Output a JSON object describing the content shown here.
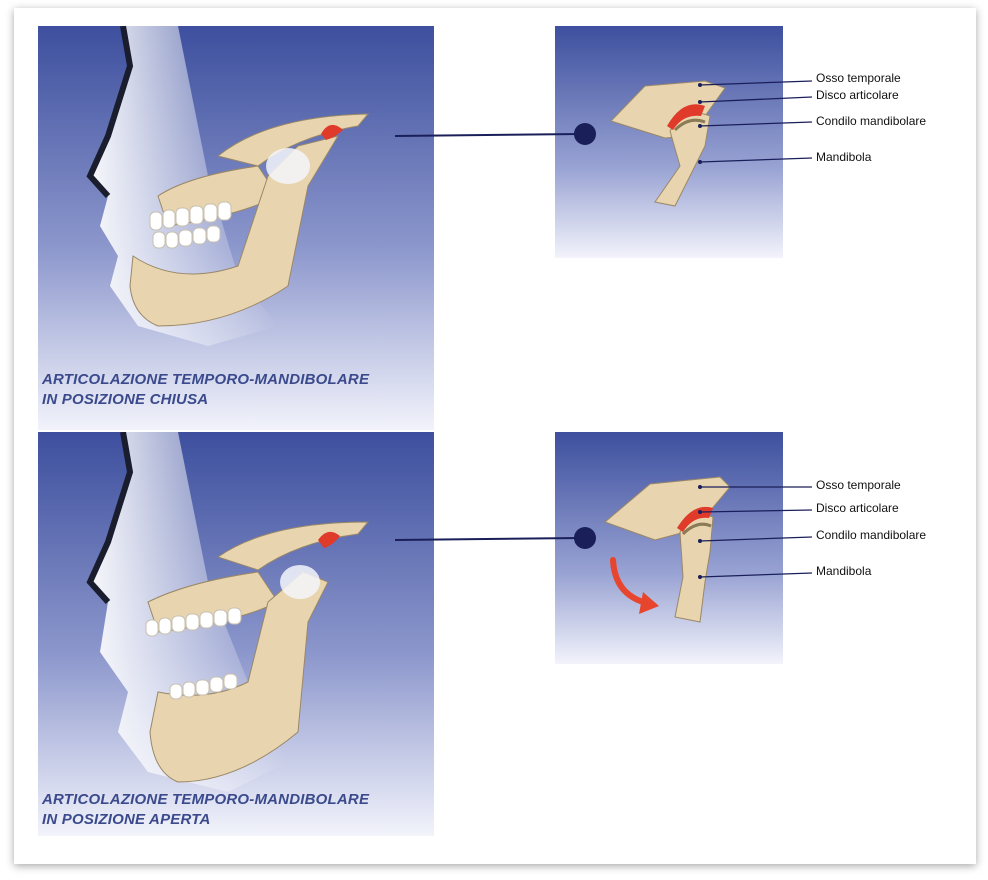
{
  "closed": {
    "caption_line1": "ARTICOLAZIONE TEMPORO-MANDIBOLARE",
    "caption_line2": "IN POSIZIONE CHIUSA",
    "labels": [
      "Osso temporale",
      "Disco articolare",
      "Condilo mandibolare",
      "Mandibola"
    ]
  },
  "open": {
    "caption_line1": "ARTICOLAZIONE TEMPORO-MANDIBOLARE",
    "caption_line2": "IN POSIZIONE APERTA",
    "labels": [
      "Osso temporale",
      "Disco articolare",
      "Condilo mandibolare",
      "Mandibola"
    ]
  },
  "colors": {
    "panel_blue": "#4a5aa8",
    "bone": "#e8d5b0",
    "disc": "#e03a2a",
    "leader": "#1a1f5a",
    "caption": "#3a4a8c",
    "arrow": "#e8452e"
  }
}
